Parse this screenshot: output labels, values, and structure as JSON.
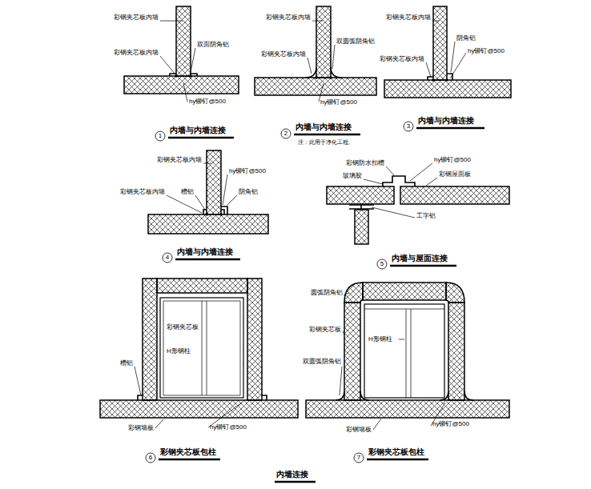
{
  "diagram": {
    "title": "内墙连接",
    "labels": [
      "彩钢夹芯板内墙",
      "双面阴角铝",
      "彩钢夹芯板内墙",
      "hy铆钉@500",
      "1",
      "内墙与内墙连接",
      "彩钢夹芯板内墙",
      "双圆弧阴角铝",
      "彩钢夹芯板内墙",
      "hy铆钉@500",
      "2",
      "内墙与内墙连接",
      "注：此用于净化工程。",
      "彩钢夹芯板内墙",
      "阴角铝",
      "hy铆钉@500",
      "彩钢夹芯板内墙",
      "3",
      "内墙与内墙连接",
      "彩钢夹芯板内墙",
      "hy铆钉@500",
      "彩钢夹芯板内墙",
      "槽铝",
      "阴角铝",
      "4",
      "内墙与内墙连接",
      "彩钢防水扣槽",
      "hy铆钉@500",
      "玻璃胶",
      "彩钢屋面板",
      "工字铝",
      "5",
      "内墙与屋面连接",
      "彩钢夹芯板",
      "H形钢柱",
      "槽铝",
      "彩钢墙板",
      "hy铆钉@500",
      "6",
      "彩钢夹芯板包柱",
      "圆弧阴角铝",
      "彩钢夹芯板",
      "H形钢柱",
      "双圆弧阴角铝",
      "彩钢墙板",
      "hy铆钉@500",
      "7",
      "彩钢夹芯板包柱"
    ]
  }
}
